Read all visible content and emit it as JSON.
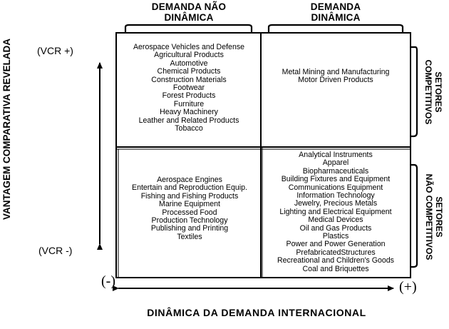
{
  "columns": {
    "left_title_line1": "DEMANDA NÃO",
    "left_title_line2": "DINÂMICA",
    "right_title_line1": "DEMANDA",
    "right_title_line2": "DINÂMICA"
  },
  "rows": {
    "top_line1": "SETORES",
    "top_line2": "COMPETITIVOS",
    "bottom_line1": "SETORES",
    "bottom_line2": "NÃO COMPETITIVOS"
  },
  "y_axis": {
    "label": "VANTAGEM COMPARATIVA REVELADA",
    "top": "(VCR  +)",
    "bottom": "(VCR -)"
  },
  "x_axis": {
    "label": "DINÂMICA DA DEMANDA INTERNACIONAL",
    "left": "(-)",
    "right": "(+)"
  },
  "quadrants": {
    "top_left": [
      "Aerospace Vehicles and Defense",
      "Agricultural Products",
      "Automotive",
      "Chemical Products",
      "Construction Materials",
      "Footwear",
      "Forest Products",
      "Furniture",
      "Heavy Machinery",
      "Leather and Related Products",
      "Tobacco"
    ],
    "top_right": [
      "Metal Mining and Manufacturing",
      "Motor Driven Products"
    ],
    "bottom_left": [
      "Aerospace Engines",
      "Entertain and Reproduction Equip.",
      "Fishing and Fishing Products",
      "Marine Equipment",
      "Processed Food",
      "Production Technology",
      "Publishing and Printing",
      "Textiles"
    ],
    "bottom_right": [
      "Analytical Instruments",
      "Apparel",
      "Biopharmaceuticals",
      "Building Fixtures and Equipment",
      "Communications Equipment",
      "Information Technology",
      "Jewelry, Precious Metals",
      "Lighting and Electrical Equipment",
      "Medical Devices",
      "Oil and Gas Products",
      "Plastics",
      "Power and Power Generation",
      "PrefabricatedStructures",
      "Recreational and Children's Goods",
      "Coal and Briquettes"
    ]
  }
}
